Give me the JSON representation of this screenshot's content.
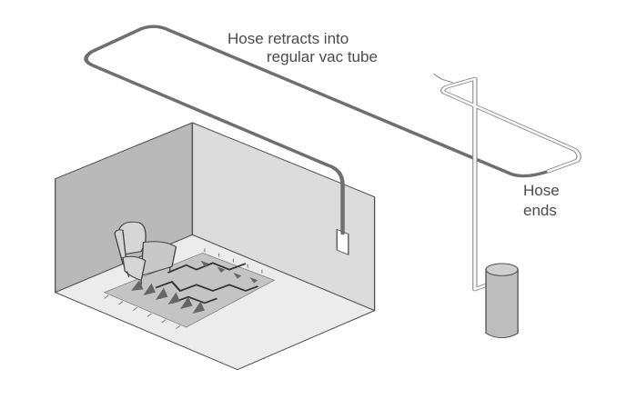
{
  "labels": {
    "retract_line1": "Hose retracts into",
    "retract_line2": "regular vac tube",
    "ends_line1": "Hose",
    "ends_line2": "ends"
  },
  "colors": {
    "hose": "#6f6f6f",
    "tube_outline": "#9a9a9a",
    "left_wall": "#b9b9b9",
    "right_wall": "#dcdcdc",
    "floor": "#ececec",
    "rug": "#c4c4c4",
    "canister": "#bdbdbd"
  }
}
